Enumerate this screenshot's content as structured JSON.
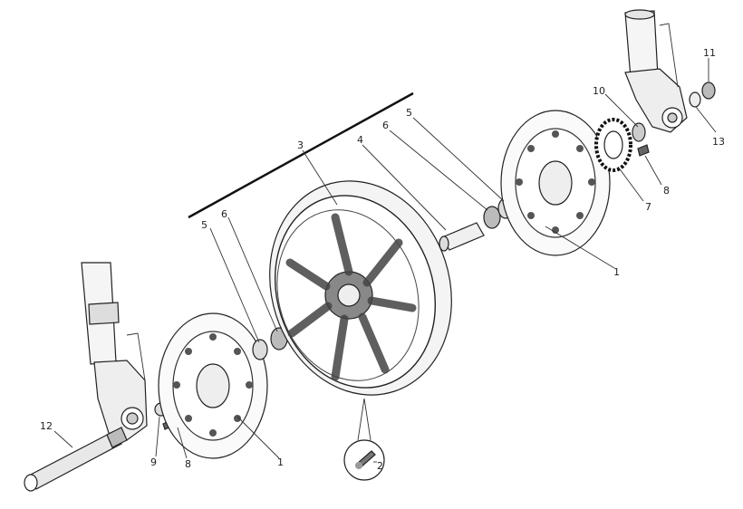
{
  "callouts": [
    {
      "id": "c1a",
      "text": "1"
    },
    {
      "id": "c1b",
      "text": "1"
    },
    {
      "id": "c2",
      "text": "2"
    },
    {
      "id": "c3",
      "text": "3"
    },
    {
      "id": "c4",
      "text": "4"
    },
    {
      "id": "c5a",
      "text": "5"
    },
    {
      "id": "c5b",
      "text": "5"
    },
    {
      "id": "c6a",
      "text": "6"
    },
    {
      "id": "c6b",
      "text": "6"
    },
    {
      "id": "c7",
      "text": "7"
    },
    {
      "id": "c8a",
      "text": "8"
    },
    {
      "id": "c8b",
      "text": "8"
    },
    {
      "id": "c9",
      "text": "9"
    },
    {
      "id": "c10",
      "text": "10"
    },
    {
      "id": "c11",
      "text": "11"
    },
    {
      "id": "c12",
      "text": "12"
    },
    {
      "id": "c13",
      "text": "13"
    }
  ]
}
